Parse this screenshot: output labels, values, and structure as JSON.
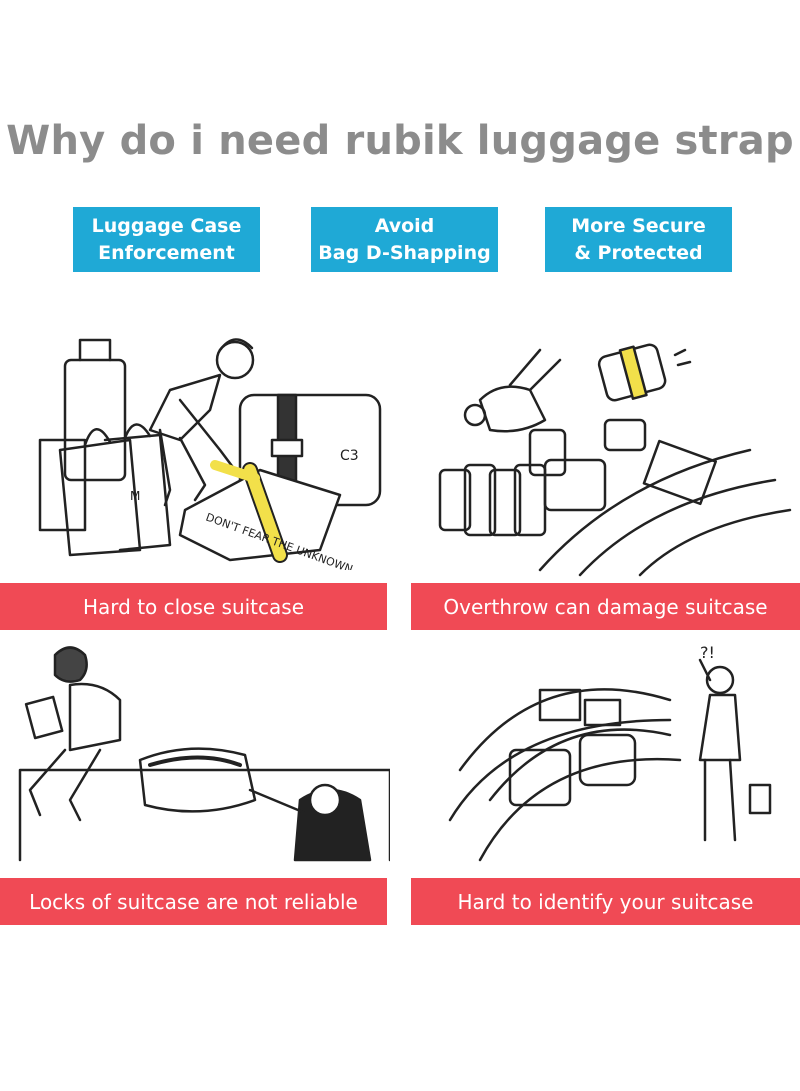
{
  "title": "Why do i need rubik luggage strap",
  "badges": [
    {
      "line1": "Luggage Case",
      "line2": "Enforcement"
    },
    {
      "line1": "Avoid",
      "line2": "Bag D-Shapping"
    },
    {
      "line1": "More Secure",
      "line2": "& Protected"
    }
  ],
  "captions": [
    "Hard to close suitcase",
    "Overthrow can damage suitcase",
    "Locks of suitcase are not reliable",
    "Hard to identify your suitcase"
  ],
  "illustrations": {
    "suitcase_text": "DON'T FEAR THE UNKNOWN"
  },
  "colors": {
    "title": "#8c8c8c",
    "badge": "#1fa9d6",
    "caption": "#f04a55",
    "strap": "#f2e04a"
  }
}
